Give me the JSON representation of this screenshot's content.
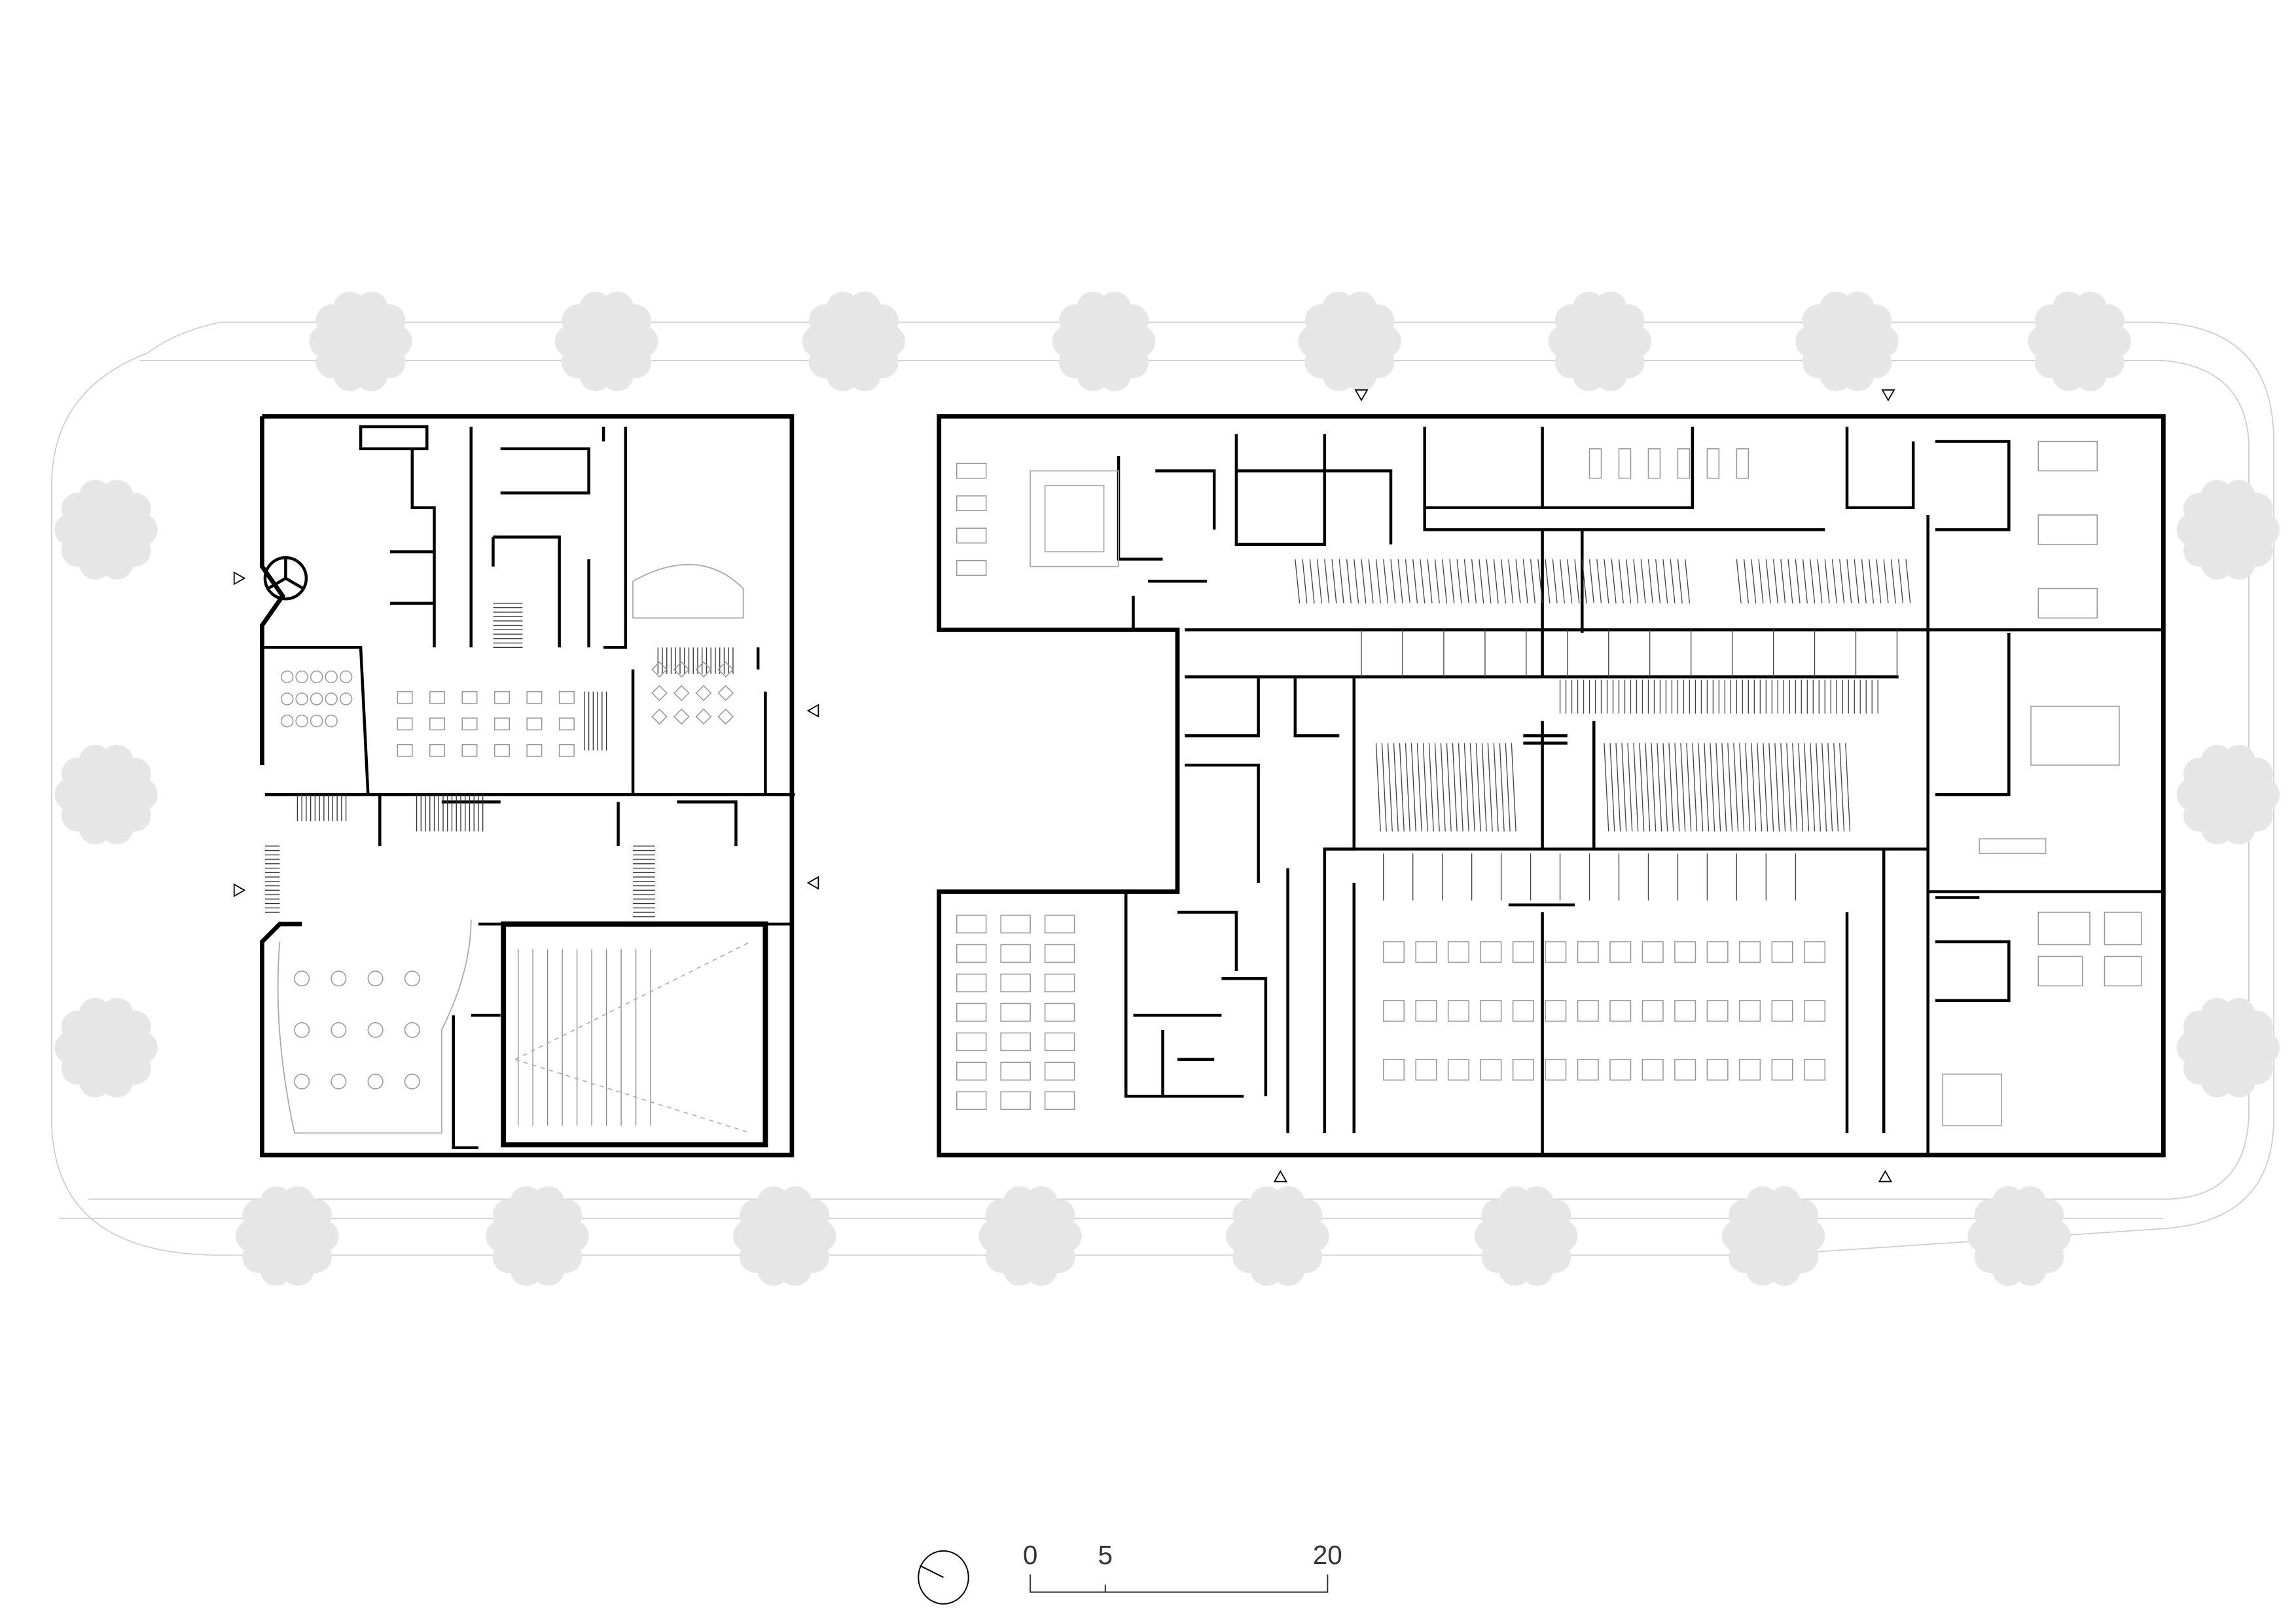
{
  "drawing": {
    "type": "floor-plan",
    "colors": {
      "wall": "#000000",
      "furniture": "#9a9a9a",
      "tree": "#e6e6e6",
      "site": "#cccccc"
    }
  },
  "scale_bar": {
    "labels": [
      "0",
      "5",
      "20"
    ],
    "values": [
      0,
      5,
      20
    ]
  },
  "north_arrow": {
    "icon": "north-arrow-icon"
  }
}
